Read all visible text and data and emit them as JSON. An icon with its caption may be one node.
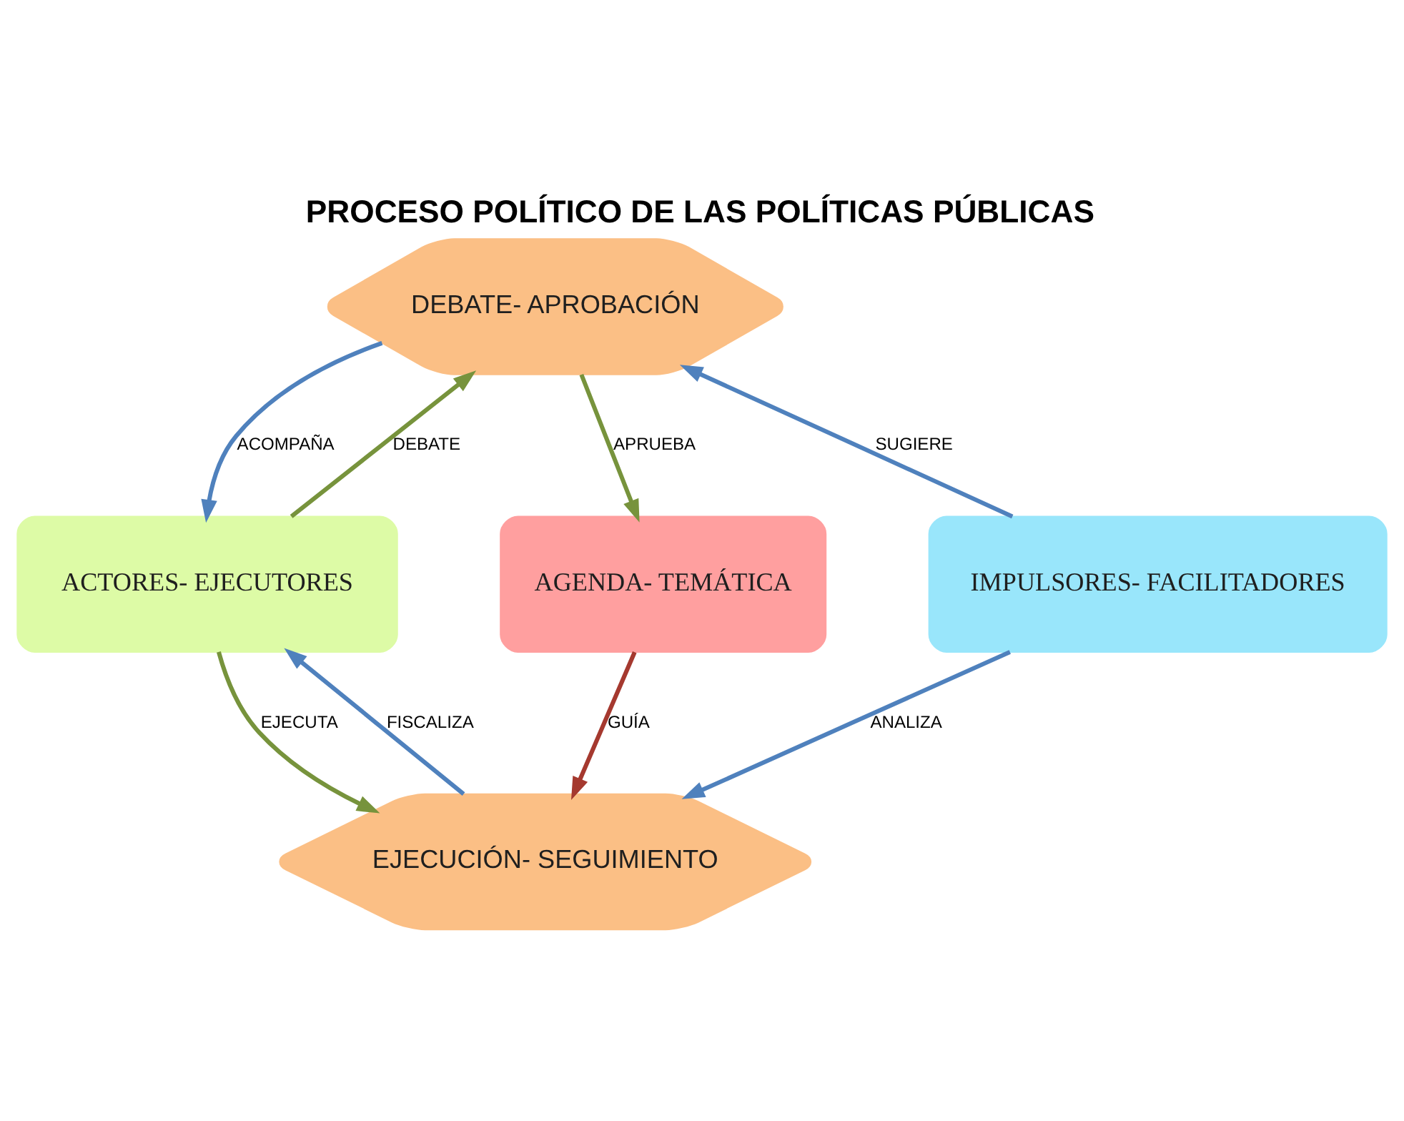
{
  "diagram": {
    "title": "PROCESO POLÍTICO DE LAS POLÍTICAS PÚBLICAS",
    "nodes": [
      {
        "text": [
          "DEBATE- APROBACIÓN"
        ]
      },
      {
        "text": [
          "IMPULSORES- FACILITADORES"
        ]
      },
      {
        "text": [
          "ACTORES- EJECUTORES"
        ]
      },
      {
        "text": [
          "AGENDA- TEMÁTICA"
        ]
      },
      {
        "text": [
          "EJECUCIÓN- SEGUIMIENTO"
        ]
      }
    ],
    "edges": [
      {
        "from": 1,
        "to": 0,
        "arrow": "to",
        "label": "SUGIERE",
        "color": "#4f81bd"
      },
      {
        "from": 0,
        "to": 2,
        "arrow": "to",
        "label": "ACOMPAÑA",
        "color": "#4f81bd"
      },
      {
        "from": 2,
        "to": 0,
        "arrow": "to",
        "label": "DEBATE",
        "color": "#77933c"
      },
      {
        "from": 0,
        "to": 3,
        "arrow": "to",
        "label": "APRUEBA",
        "color": "#77933c"
      },
      {
        "from": 1,
        "to": 4,
        "arrow": "to",
        "label": "ANALIZA",
        "color": "#4f81bd"
      },
      {
        "from": 4,
        "to": 2,
        "arrow": "to",
        "label": "FISCALIZA",
        "color": "#4f81bd"
      },
      {
        "from": 2,
        "to": 4,
        "arrow": "to",
        "label": "EJECUTA",
        "color": "#77933c"
      },
      {
        "from": 3,
        "to": 4,
        "arrow": "to",
        "label": "GUÍA",
        "color": "#a5392f"
      }
    ]
  }
}
